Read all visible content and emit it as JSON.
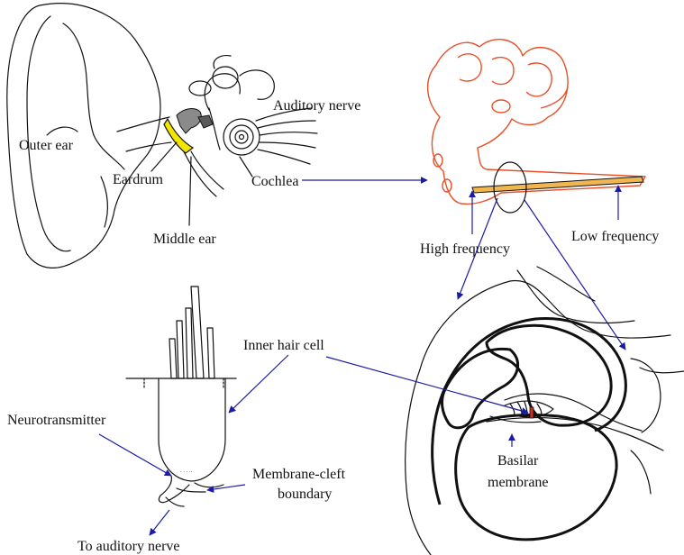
{
  "labels": {
    "outer_ear": "Outer ear",
    "auditory_nerve": "Auditory nerve",
    "eardrum": "Eardrum",
    "cochlea": "Cochlea",
    "middle_ear": "Middle ear",
    "high_frequency": "High frequency",
    "low_frequency": "Low frequency",
    "inner_hair_cell": "Inner hair cell",
    "neurotransmitter": "Neurotransmitter",
    "membrane_cleft_line1": "Membrane-cleft",
    "membrane_cleft_line2": "boundary",
    "to_auditory_nerve": "To auditory nerve",
    "basilar_line1": "Basilar",
    "basilar_line2": "membrane"
  },
  "colors": {
    "arrow": "#1a1aa6",
    "outline": "#111111",
    "cochlea_outline": "#e8502a",
    "eardrum_fill": "#f2e600",
    "basilar_fill": "#f0b650",
    "hair_cell_fill": "#c8321e"
  }
}
